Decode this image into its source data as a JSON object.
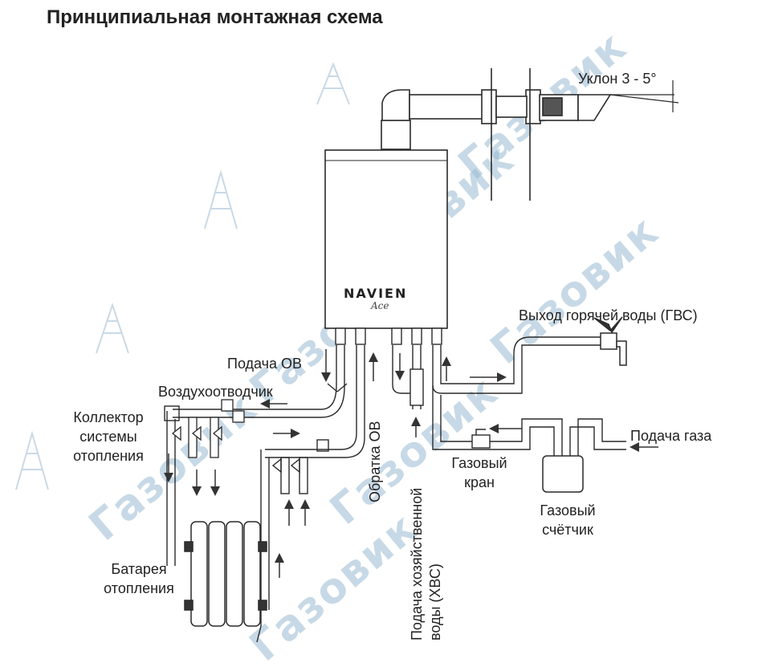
{
  "title": "Принципиальная монтажная схема",
  "labels": {
    "slope": "Уклон 3 - 5°",
    "hot_water_out": "Выход горячей воды (ГВС)",
    "heating_supply": "Подача ОВ",
    "air_vent": "Воздухоотводчик",
    "collector_line1": "Коллектор",
    "collector_line2": "системы",
    "collector_line3": "отопления",
    "heating_return": "Обратка ОВ",
    "cold_water_line1": "Подача хозяйственной",
    "cold_water_line2": "воды (ХВС)",
    "gas_supply": "Подача газа",
    "gas_valve_line1": "Газовый",
    "gas_valve_line2": "кран",
    "gas_meter_line1": "Газовый",
    "gas_meter_line2": "счётчик",
    "radiator_line1": "Батарея",
    "radiator_line2": "отопления"
  },
  "brand": {
    "logo": "NAVIEN",
    "model": "Ace"
  },
  "watermark": "Газовик",
  "colors": {
    "line": "#2a2a2a",
    "watermark": "#9bbbd3",
    "boiler_fill": "#ffffff"
  }
}
